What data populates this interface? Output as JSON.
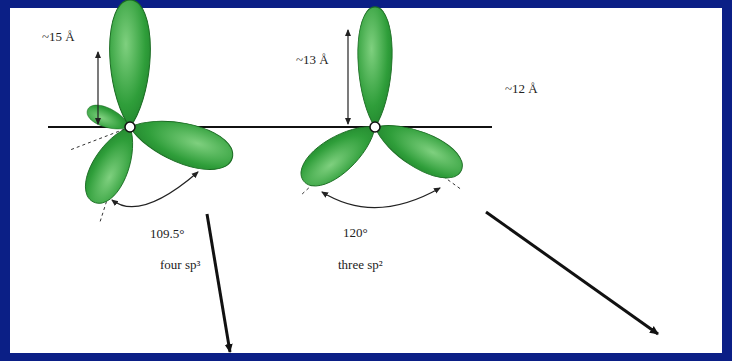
{
  "diagram": {
    "labels": [
      "~15 Å",
      "~13 Å",
      "~12 Å",
      "109.5°",
      "120°",
      "four sp³",
      "three sp²"
    ]
  }
}
